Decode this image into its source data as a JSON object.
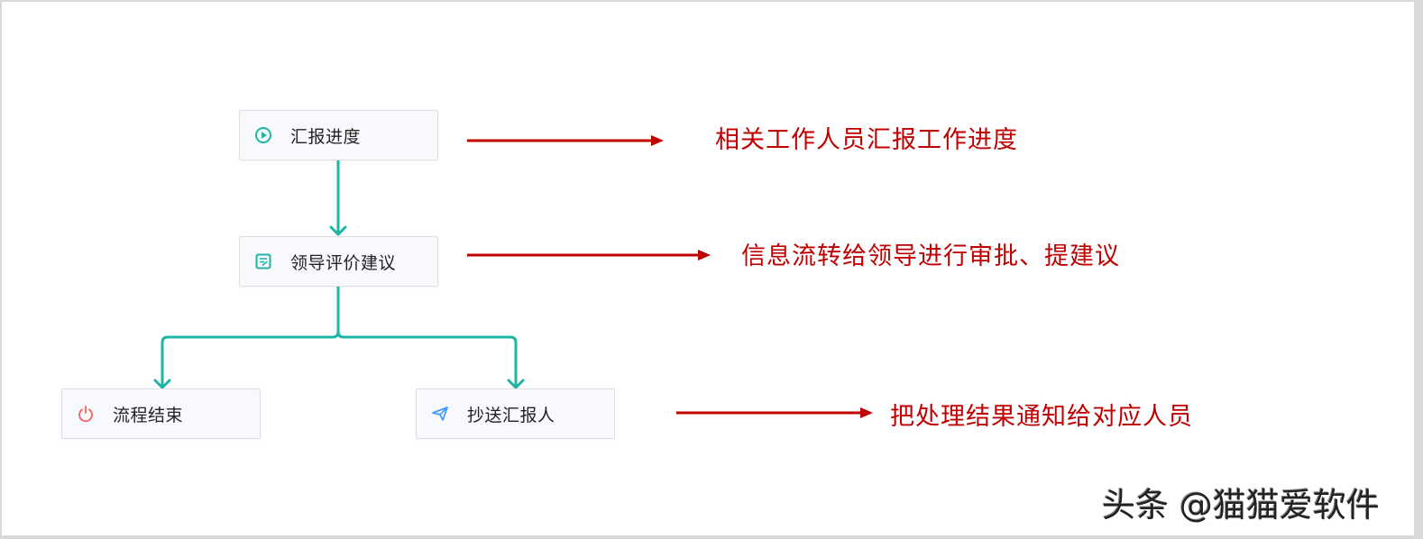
{
  "diagram": {
    "type": "flowchart",
    "nodes": [
      {
        "id": "report",
        "label": "汇报进度",
        "icon": "play-circle-icon",
        "icon_color": "#1fb5a5"
      },
      {
        "id": "review",
        "label": "领导评价建议",
        "icon": "edit-form-icon",
        "icon_color": "#1fb5a5"
      },
      {
        "id": "end",
        "label": "流程结束",
        "icon": "power-icon",
        "icon_color": "#f56c6c"
      },
      {
        "id": "cc",
        "label": "抄送汇报人",
        "icon": "send-icon",
        "icon_color": "#409eff"
      }
    ],
    "edges": [
      {
        "from": "report",
        "to": "review"
      },
      {
        "from": "review",
        "to": "end"
      },
      {
        "from": "review",
        "to": "cc"
      }
    ],
    "connector_color": "#1fb5a5"
  },
  "annotations": [
    {
      "target": "report",
      "text": "相关工作人员汇报工作进度"
    },
    {
      "target": "review",
      "text": "信息流转给领导进行审批、提建议"
    },
    {
      "target": "cc",
      "text": "把处理结果通知给对应人员"
    }
  ],
  "annotation_color": "#c00000",
  "watermark": "头条 @猫猫爱软件"
}
